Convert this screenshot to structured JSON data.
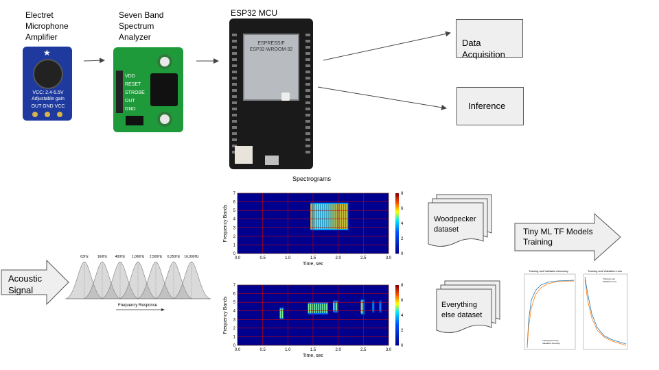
{
  "hardware": {
    "microphone_label": "Electret\nMicrophone\nAmplifier",
    "microphone_board": {
      "supply": "VCC: 2.4-5.5V",
      "gain": "Adjustable gain",
      "pins": "OUT GND VCC"
    },
    "analyzer_label": "Seven Band\nSpectrum\nAnalyzer",
    "analyzer_pins": [
      "VDD",
      "RESET",
      "STROBE",
      "OUT",
      "GND"
    ],
    "mcu_label": "ESP32 MCU",
    "mcu_module": "ESPRESSIF\nESP32-WROOM-32"
  },
  "outputs": {
    "data_acquisition": "Data\nAcquisition",
    "inference": "Inference"
  },
  "spectrograms_title": "Spectrograms",
  "acoustic_signal": "Acoustic\nSignal",
  "filter_bank": {
    "bands": [
      "63Hz",
      "160Hz",
      "400Hz",
      "1,000Hz",
      "2,500Hz",
      "6,250Hz",
      "16,000Hz"
    ],
    "caption": "Frequency Response"
  },
  "datasets": {
    "woodpecker": "Woodpecker\ndataset",
    "everything_else": "Everything\nelse dataset"
  },
  "training": {
    "label": "Tiny ML TF Models\nTraining",
    "accuracy_title": "Training and Validation Accuracy",
    "loss_title": "Training and Validation Loss",
    "accuracy_legend": [
      "Training Accuracy",
      "Validation Accuracy"
    ],
    "loss_legend": [
      "Training Loss",
      "Validation Loss"
    ]
  },
  "colors": {
    "spectrogram_bg": "#00008f",
    "grid": "#cc0000",
    "pcb_blue": "#1e3a9e",
    "pcb_green": "#1f9a3a",
    "box_fill": "#efefef"
  },
  "chart_data": [
    {
      "type": "heatmap",
      "title": "",
      "xlabel": "Time, sec",
      "ylabel": "Frequency Bands",
      "xlim": [
        0,
        3.0
      ],
      "ylim": [
        0,
        7
      ],
      "xticks": [
        "0.0",
        "0.5",
        "1.0",
        "1.5",
        "2.0",
        "2.5",
        "3.0"
      ],
      "yticks": [
        "0",
        "1",
        "2",
        "3",
        "4",
        "5",
        "6",
        "7"
      ],
      "colorbar_ticks": [
        "0",
        "2",
        "4",
        "6",
        "8"
      ],
      "colorbar_range": [
        0,
        8
      ],
      "grid": true,
      "events": [
        {
          "t0": 1.45,
          "t1": 2.2,
          "band_lo": 2.7,
          "band_hi": 5.9,
          "level": 6
        }
      ]
    },
    {
      "type": "heatmap",
      "title": "",
      "xlabel": "Time, sec",
      "ylabel": "Frequency Bands",
      "xlim": [
        0,
        3.0
      ],
      "ylim": [
        0,
        7
      ],
      "xticks": [
        "0.0",
        "0.5",
        "1.0",
        "1.5",
        "2.0",
        "2.5",
        "3.0"
      ],
      "yticks": [
        "0",
        "1",
        "2",
        "3",
        "4",
        "5",
        "6",
        "7"
      ],
      "colorbar_ticks": [
        "0",
        "2",
        "4",
        "6",
        "8"
      ],
      "colorbar_range": [
        0,
        8
      ],
      "grid": true,
      "events": [
        {
          "t0": 0.84,
          "t1": 0.92,
          "band_lo": 3.0,
          "band_hi": 4.4,
          "level": 5
        },
        {
          "t0": 1.4,
          "t1": 1.8,
          "band_lo": 3.6,
          "band_hi": 5.0,
          "level": 5
        },
        {
          "t0": 1.9,
          "t1": 2.0,
          "band_lo": 3.8,
          "band_hi": 5.2,
          "level": 5
        },
        {
          "t0": 2.45,
          "t1": 2.52,
          "band_lo": 3.6,
          "band_hi": 5.3,
          "level": 6
        },
        {
          "t0": 2.68,
          "t1": 2.72,
          "band_lo": 3.8,
          "band_hi": 5.2,
          "level": 4
        },
        {
          "t0": 2.82,
          "t1": 2.86,
          "band_lo": 3.8,
          "band_hi": 5.2,
          "level": 4
        }
      ]
    }
  ]
}
